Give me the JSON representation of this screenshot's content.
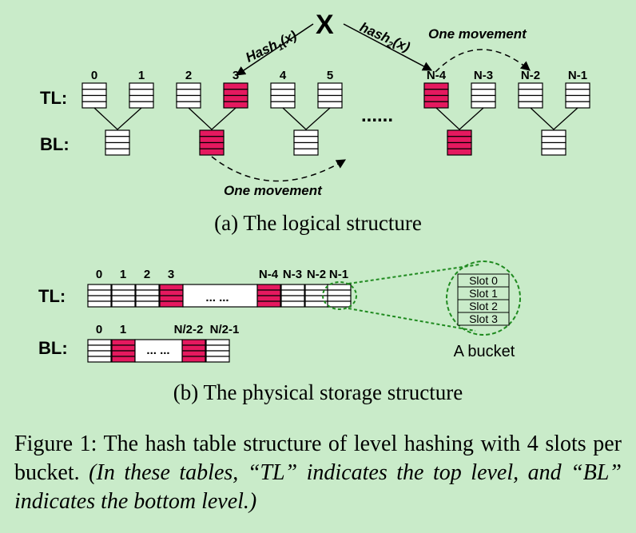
{
  "logical": {
    "top_level_label": "TL:",
    "bottom_level_label": "BL:",
    "item_label": "X",
    "hash1": {
      "main": "Hash",
      "sub": "1",
      "arg": "(x)"
    },
    "hash2": {
      "main": "hash",
      "sub": "2",
      "arg": "(x)"
    },
    "top_indices": [
      "0",
      "1",
      "2",
      "3",
      "4",
      "5",
      "N-4",
      "N-3",
      "N-2",
      "N-1"
    ],
    "highlighted_top": [
      "3",
      "N-4"
    ],
    "ellipsis": "......",
    "movement_top": "One movement",
    "movement_bottom": "One movement",
    "subcaption": "(a) The logical structure"
  },
  "physical": {
    "top_level_label": "TL:",
    "bottom_level_label": "BL:",
    "top_indices": [
      "0",
      "1",
      "2",
      "3",
      "N-4",
      "N-3",
      "N-2",
      "N-1"
    ],
    "bottom_indices": [
      "0",
      "1",
      "N/2-2",
      "N/2-1"
    ],
    "top_ellipsis": "... ...",
    "bottom_ellipsis": "... ...",
    "slots": [
      "Slot 0",
      "Slot 1",
      "Slot 2",
      "Slot 3"
    ],
    "bucket_label": "A bucket",
    "subcaption": "(b) The physical storage structure"
  },
  "colors": {
    "highlight": "#e5195f",
    "zoom": "#1f8a1f",
    "background": "#c9ebc9"
  },
  "caption": {
    "main": "Figure 1:  The hash table structure of level hashing with 4 slots per bucket.",
    "note": "(In these tables, “TL” indicates the top level, and “BL” indicates the bottom level.)"
  }
}
